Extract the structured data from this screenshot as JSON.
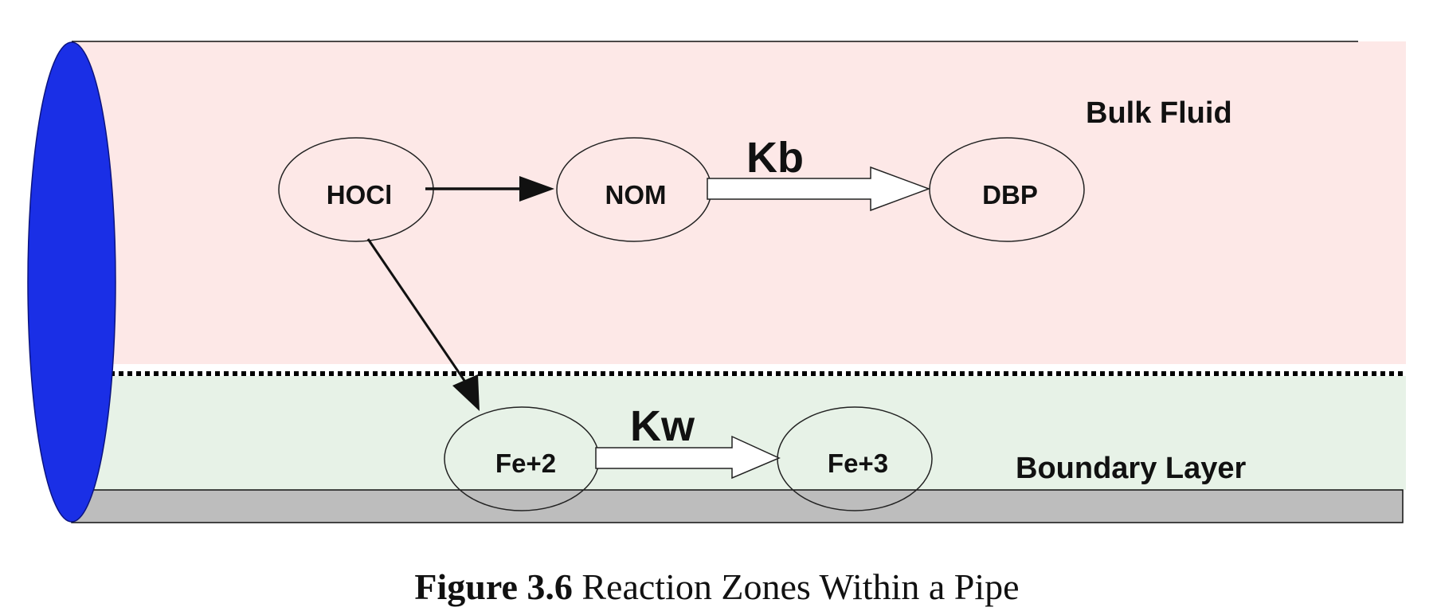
{
  "zones": {
    "bulk_fluid_label": "Bulk Fluid",
    "boundary_layer_label": "Boundary Layer"
  },
  "nodes": {
    "hocl": "HOCl",
    "nom": "NOM",
    "dbp": "DBP",
    "fe2": "Fe+2",
    "fe3": "Fe+3"
  },
  "rates": {
    "bulk": "Kb",
    "wall": "Kw"
  },
  "caption": {
    "number": "Figure 3.6",
    "text": "Reaction Zones Within a Pipe"
  },
  "colors": {
    "bulk_fluid": "#fde8e7",
    "boundary_layer": "#e7f2e7",
    "pipe_wall": "#bdbdbd",
    "pipe_end": "#1a2fe6"
  }
}
